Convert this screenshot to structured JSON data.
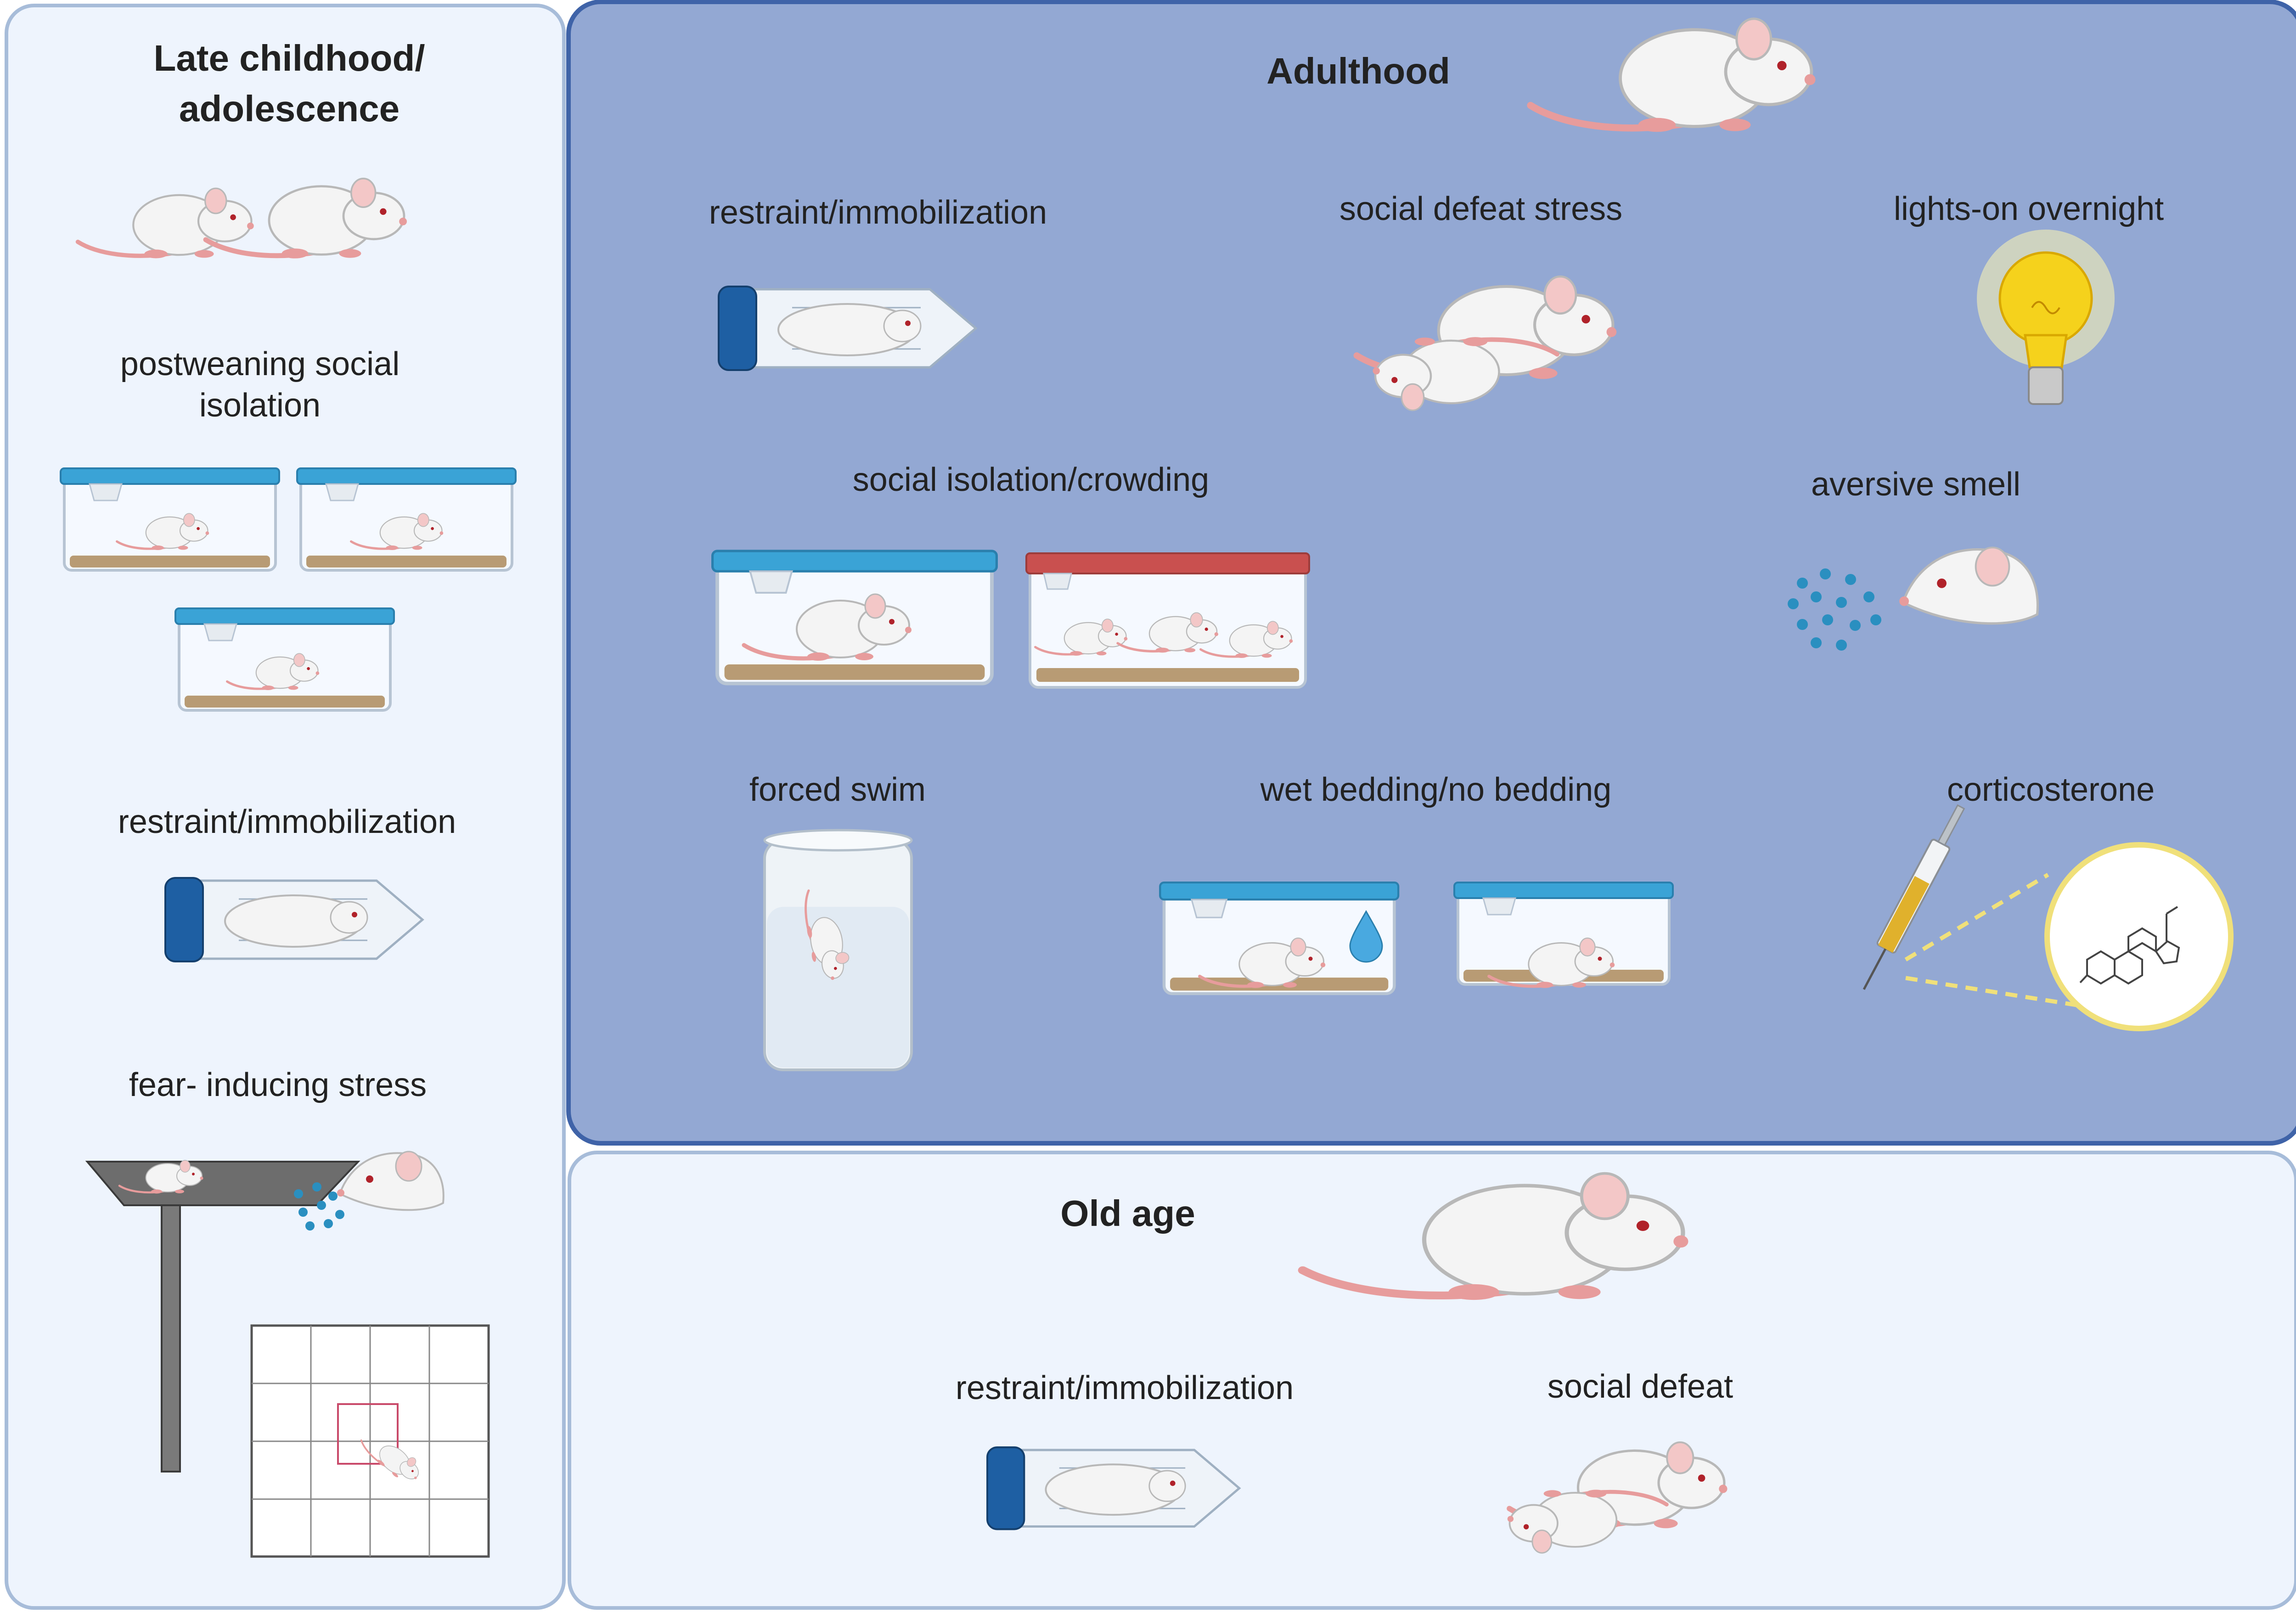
{
  "panels": {
    "late": {
      "title_line1": "Late childhood/",
      "title_line2": "adolescence",
      "items": [
        {
          "line1": "postweaning social",
          "line2": "isolation"
        },
        {
          "label": "restraint/immobilization"
        },
        {
          "label": "fear- inducing stress"
        }
      ]
    },
    "adult": {
      "title": "Adulthood",
      "items": [
        {
          "label": "restraint/immobilization"
        },
        {
          "label": "social defeat stress"
        },
        {
          "label": "lights-on overnight"
        },
        {
          "label": "social isolation/crowding"
        },
        {
          "label": "aversive smell"
        },
        {
          "label": "forced swim"
        },
        {
          "label": "wet bedding/no bedding"
        },
        {
          "label": "corticosterone"
        }
      ]
    },
    "old": {
      "title": "Old age",
      "items": [
        {
          "label": "restraint/immobilization"
        },
        {
          "label": "social defeat"
        }
      ]
    }
  },
  "colors": {
    "panel_light": "#eef4fd",
    "panel_light_border": "#a7bcd9",
    "panel_adult": "#93a8d3",
    "panel_adult_border": "#3f63a8",
    "cage_lid_blue": "#3aa3d6",
    "cage_lid_red": "#c9504f",
    "tube_cap": "#1e5fa3",
    "bedding": "#b89b74",
    "mouse_fur": "#f4f4f4",
    "mouse_pink": "#e79c9c",
    "bulb_yellow": "#f5d21c",
    "smell_dots": "#2a8fc0"
  },
  "icons": [
    "mouse-icon",
    "cage-icon",
    "restraint-tube-icon",
    "light-bulb-icon",
    "odor-dots-icon",
    "beaker-icon",
    "water-drop-icon",
    "syringe-icon",
    "steroid-molecule-icon",
    "elevated-platform-icon",
    "open-field-grid-icon"
  ]
}
